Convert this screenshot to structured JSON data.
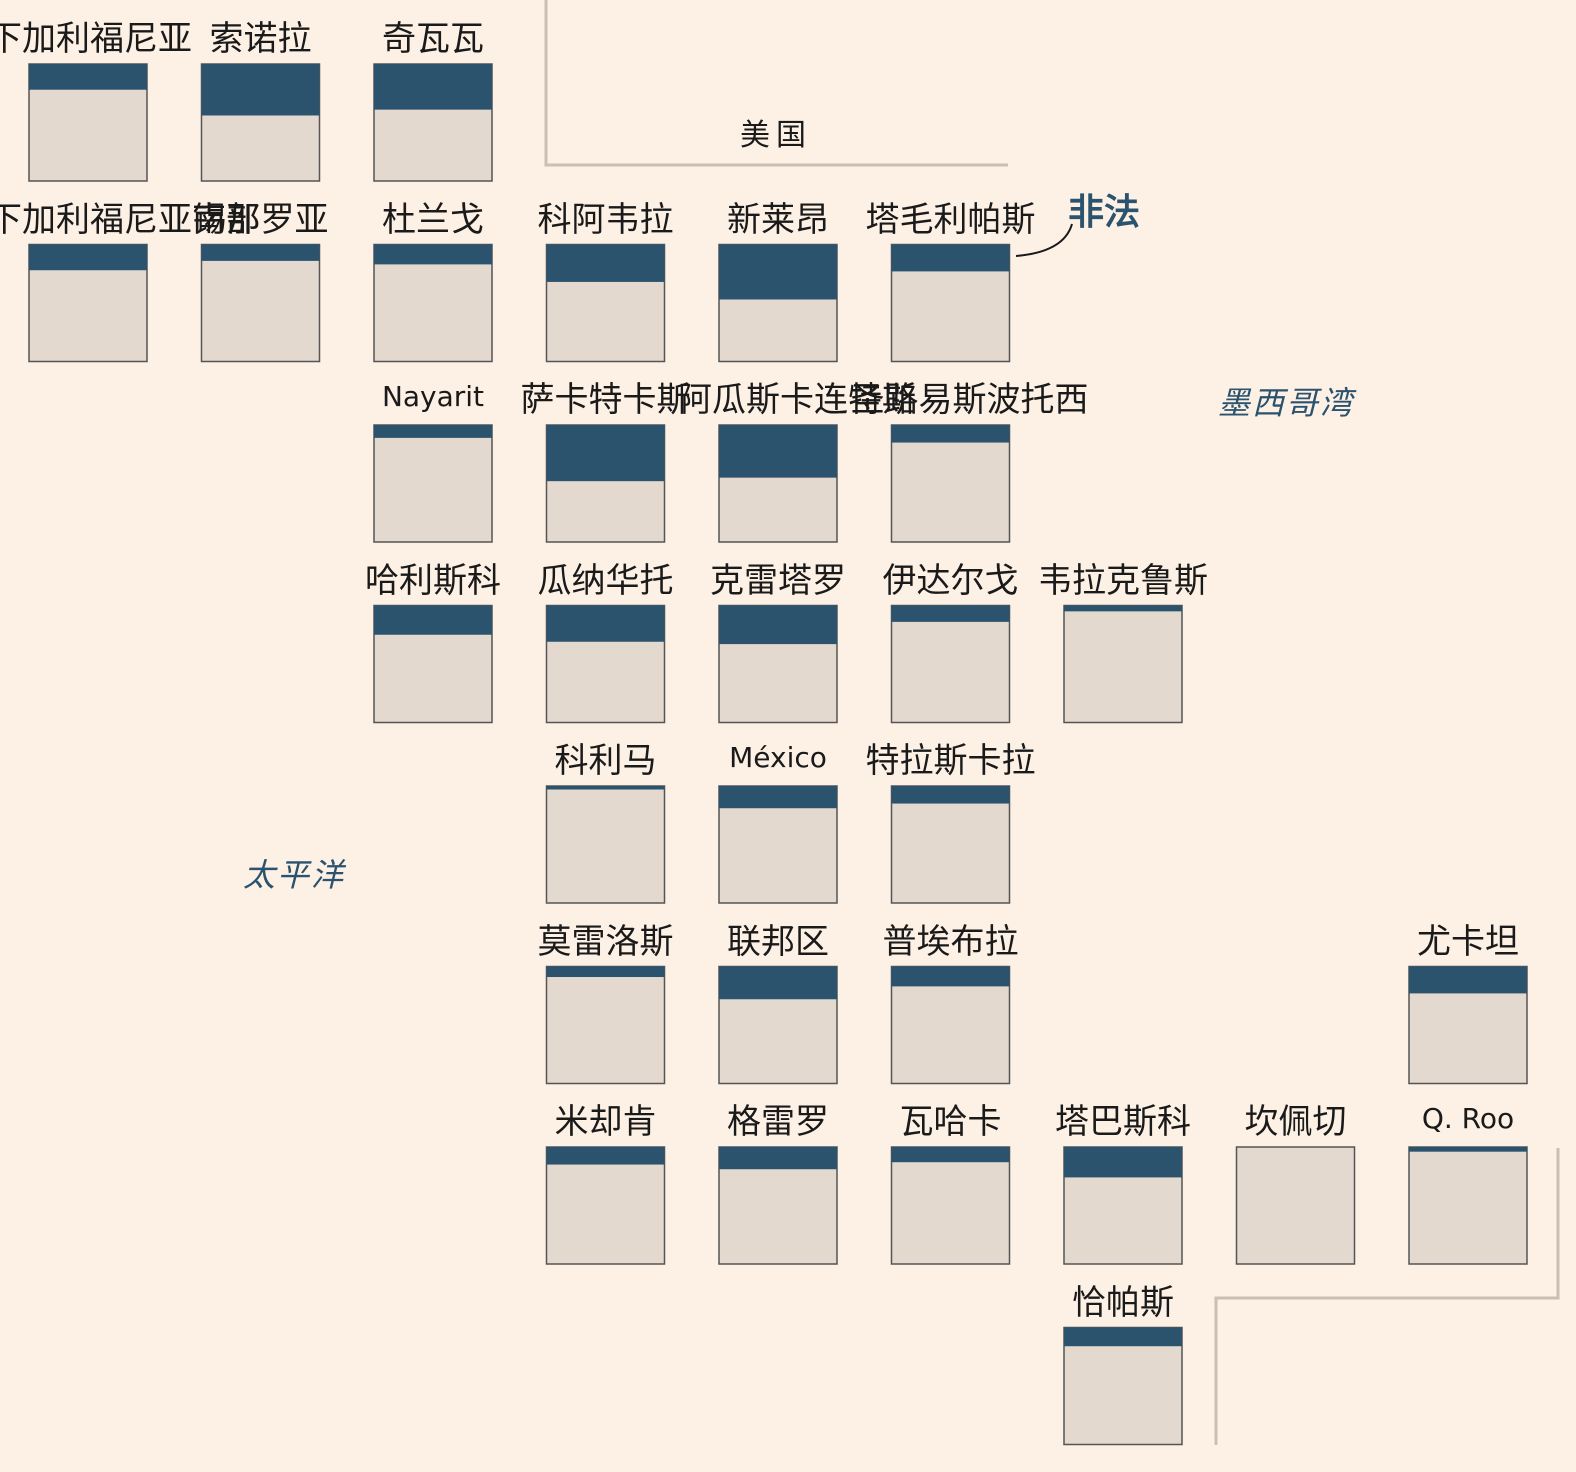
{
  "colors": {
    "background": "#fdf1e6",
    "tile": "#e4d9cf",
    "fill": "#2b536e",
    "border": "#555555"
  },
  "labels": {
    "us": "美国",
    "gulf": "墨西哥湾",
    "pacific": "太平洋",
    "legend": "非法"
  },
  "chart_data": {
    "type": "tile-grid",
    "tiles": [
      {
        "name": "下加利福尼亚",
        "col": 0,
        "row": 0,
        "share": 0.22
      },
      {
        "name": "索诺拉",
        "col": 1,
        "row": 0,
        "share": 0.44
      },
      {
        "name": "奇瓦瓦",
        "col": 2,
        "row": 0,
        "share": 0.39
      },
      {
        "name": "下加利福尼亚南部",
        "col": 0,
        "row": 1,
        "share": 0.22
      },
      {
        "name": "锡那罗亚",
        "col": 1,
        "row": 1,
        "share": 0.14
      },
      {
        "name": "杜兰戈",
        "col": 2,
        "row": 1,
        "share": 0.17
      },
      {
        "name": "科阿韦拉",
        "col": 3,
        "row": 1,
        "share": 0.32
      },
      {
        "name": "新莱昂",
        "col": 4,
        "row": 1,
        "share": 0.47
      },
      {
        "name": "塔毛利帕斯",
        "col": 5,
        "row": 1,
        "share": 0.23
      },
      {
        "name": "Nayarit",
        "col": 2,
        "row": 2,
        "share": 0.11
      },
      {
        "name": "萨卡特卡斯",
        "col": 3,
        "row": 2,
        "share": 0.48
      },
      {
        "name": "阿瓜斯卡连特斯",
        "col": 4,
        "row": 2,
        "share": 0.45
      },
      {
        "name": "圣路易斯波托西",
        "col": 5,
        "row": 2,
        "share": 0.15
      },
      {
        "name": "哈利斯科",
        "col": 2,
        "row": 3,
        "share": 0.25
      },
      {
        "name": "瓜纳华托",
        "col": 3,
        "row": 3,
        "share": 0.31
      },
      {
        "name": "克雷塔罗",
        "col": 4,
        "row": 3,
        "share": 0.33
      },
      {
        "name": "伊达尔戈",
        "col": 5,
        "row": 3,
        "share": 0.14
      },
      {
        "name": "韦拉克鲁斯",
        "col": 6,
        "row": 3,
        "share": 0.05
      },
      {
        "name": "科利马",
        "col": 3,
        "row": 4,
        "share": 0.03
      },
      {
        "name": "México",
        "col": 4,
        "row": 4,
        "share": 0.19
      },
      {
        "name": "特拉斯卡拉",
        "col": 5,
        "row": 4,
        "share": 0.15
      },
      {
        "name": "莫雷洛斯",
        "col": 3,
        "row": 5,
        "share": 0.09
      },
      {
        "name": "联邦区",
        "col": 4,
        "row": 5,
        "share": 0.28
      },
      {
        "name": "普埃布拉",
        "col": 5,
        "row": 5,
        "share": 0.17
      },
      {
        "name": "尤卡坦",
        "col": 8,
        "row": 5,
        "share": 0.23
      },
      {
        "name": "米却肯",
        "col": 3,
        "row": 6,
        "share": 0.15
      },
      {
        "name": "格雷罗",
        "col": 4,
        "row": 6,
        "share": 0.19
      },
      {
        "name": "瓦哈卡",
        "col": 5,
        "row": 6,
        "share": 0.13
      },
      {
        "name": "塔巴斯科",
        "col": 6,
        "row": 6,
        "share": 0.26
      },
      {
        "name": "坎佩切",
        "col": 7,
        "row": 6,
        "share": 0.0
      },
      {
        "name": "Q. Roo",
        "col": 8,
        "row": 6,
        "share": 0.04
      },
      {
        "name": "恰帕斯",
        "col": 6,
        "row": 7,
        "share": 0.16
      }
    ]
  }
}
